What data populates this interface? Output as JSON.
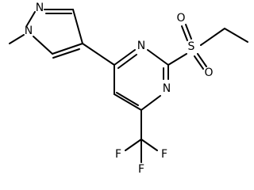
{
  "atoms": {
    "n_pz1": "N",
    "n_pz2": "N",
    "n_pym1": "N",
    "n_pym2": "N",
    "s": "S",
    "o1": "O",
    "o2": "O",
    "f1": "F",
    "f2": "F",
    "f3": "F"
  },
  "colors": {
    "bond": "#000000",
    "label": "#000000",
    "background": "#ffffff"
  }
}
